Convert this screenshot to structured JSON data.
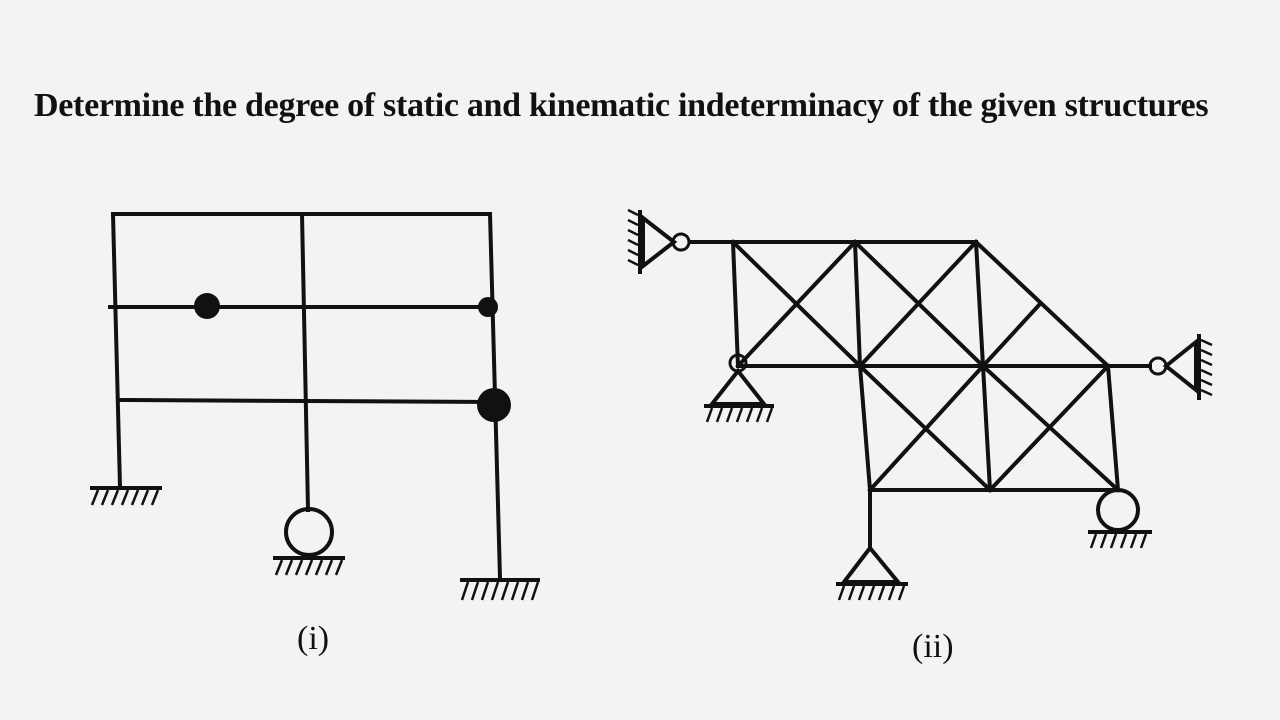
{
  "question": {
    "text": "Determine the degree of static and kinematic indeterminacy of the given structures"
  },
  "figures": [
    {
      "id": "frame",
      "caption": "(i)"
    },
    {
      "id": "truss",
      "caption": "(ii)"
    }
  ],
  "colors": {
    "ink": "#111111",
    "paper": "#f3f3f1"
  }
}
